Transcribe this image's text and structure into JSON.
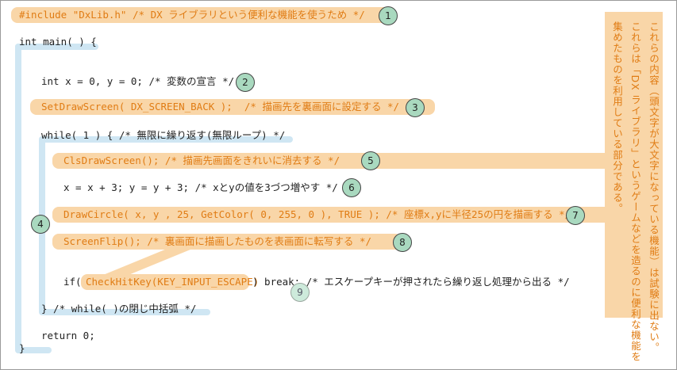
{
  "lines": {
    "include": "#include \"DxLib.h\" /* DX ライブラリという便利な機能を使うため */",
    "main_open": "int main( ) {",
    "decl": "int x = 0, y = 0; /* 変数の宣言 */",
    "setdraw": "SetDrawScreen( DX_SCREEN_BACK );  /* 描画先を裏画面に設定する */",
    "while_open": "while( 1 ) { /* 無限に繰り返す(無限ループ) */",
    "cls": "ClsDrawScreen(); /* 描画先画面をきれいに消去する */",
    "update": "x = x + 3; y = y + 3; /* xとyの値を3づつ増やす */",
    "circle": "DrawCircle( x, y , 25, GetColor( 0, 255, 0 ), TRUE ); /* 座標x,yに半径25の円を描画する */",
    "flip": "ScreenFlip(); /* 裏画面に描画したものを表画面に転写する */",
    "if_prefix": "if(",
    "checkhit": "CheckHitKey(KEY_INPUT_ESCAPE)",
    "if_suffix": ") break; /* エスケープキーが押されたら繰り返し処理から出る */",
    "while_close": "} /* while( )の閉じ中括弧 */",
    "ret": "return 0;",
    "main_close": "}"
  },
  "markers": [
    "1",
    "2",
    "3",
    "4",
    "5",
    "6",
    "7",
    "8",
    "9"
  ],
  "note": {
    "col1": "これらの内容（頭文字が大文字になっている機能）は試験に出ない。",
    "col2": "これらは「DX ライブラリ」というゲームなどを造るのに便利な機能を",
    "col3": "集めたものを利用している部分である。"
  },
  "colors": {
    "highlight": "#f9d6a8",
    "orange_text": "#e07c14",
    "brace_bar": "#cfe6f3",
    "marker": "#a9d9bf"
  }
}
